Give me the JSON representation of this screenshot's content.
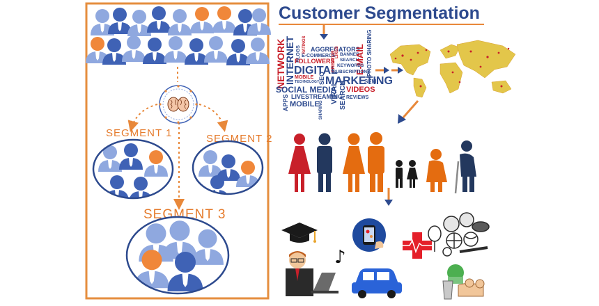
{
  "title": "Customer Segmentation",
  "segments": [
    {
      "label": "SEGMENT 1"
    },
    {
      "label": "SEGMENT 2"
    },
    {
      "label": "SEGMENT 3"
    }
  ],
  "word_cloud": {
    "network": "NETWORK",
    "internet": "INTERNET",
    "blogs": "BLOGS",
    "ratings": "RATINGS",
    "aggregators": "AGGREGATORS",
    "ecommerce": "E-COMMERCE",
    "likes": "LIKES",
    "banner": "BANNER",
    "followers": "FOLLOWERS",
    "search": "SEARCH",
    "email": "E-MAIL",
    "photo_sharing": "PHOTO SHARING",
    "digital": "DIGITAL",
    "keywords": "KEYWORDS",
    "creator": "CREATOR",
    "mobile_small": "MOBILE",
    "technology": "TECHNOLOGY",
    "subscriptions": "SUBSCRIPTIONS",
    "seo": "SEO",
    "marketing": "MARKETING",
    "sem": "SEM",
    "social_media": "SOCIAL MEDIA",
    "viral": "VIRAL",
    "videos": "VIDEOS",
    "apps": "APPS",
    "livestreaming": "LIVESTREAMING",
    "search_vertical": "SEARCH",
    "reviews": "REVIEWS",
    "mobile": "MOBILE",
    "sharing": "SHARING"
  },
  "icons": {
    "graduation_cap": "graduation-cap-icon",
    "music_note": "♪",
    "medical_cross": "medical-cross-icon",
    "car": "car-icon",
    "sports": "sports-equipment-icon"
  },
  "colors": {
    "border_orange": "#e58e3e",
    "segment_orange": "#e57b2c",
    "title_blue": "#2d4a8e",
    "people_blue": "#3a5ca8",
    "people_orange": "#f0873a",
    "family_red": "#c8202a",
    "family_navy": "#23385e",
    "family_orange": "#e46c10",
    "medical_red": "#e4202a"
  }
}
